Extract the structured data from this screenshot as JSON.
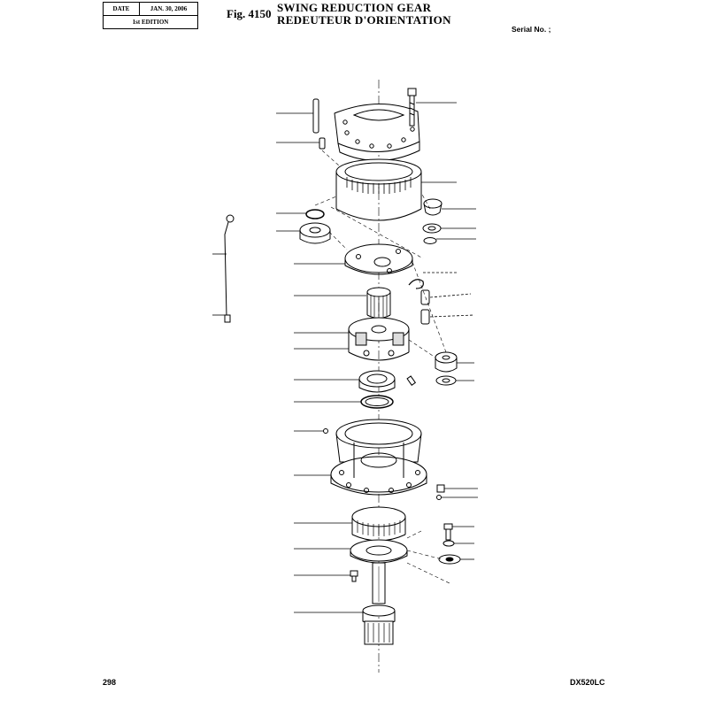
{
  "header": {
    "date_label": "DATE",
    "date_value": "JAN. 30, 2006",
    "edition": "1st EDITION",
    "fig_number": "Fig. 4150",
    "title_en": "SWING REDUCTION GEAR",
    "title_fr": "REDEUTEUR D'ORIENTATION",
    "serial_label": "Serial No. ;"
  },
  "footer": {
    "page_number": "298",
    "model": "DX520LC"
  }
}
